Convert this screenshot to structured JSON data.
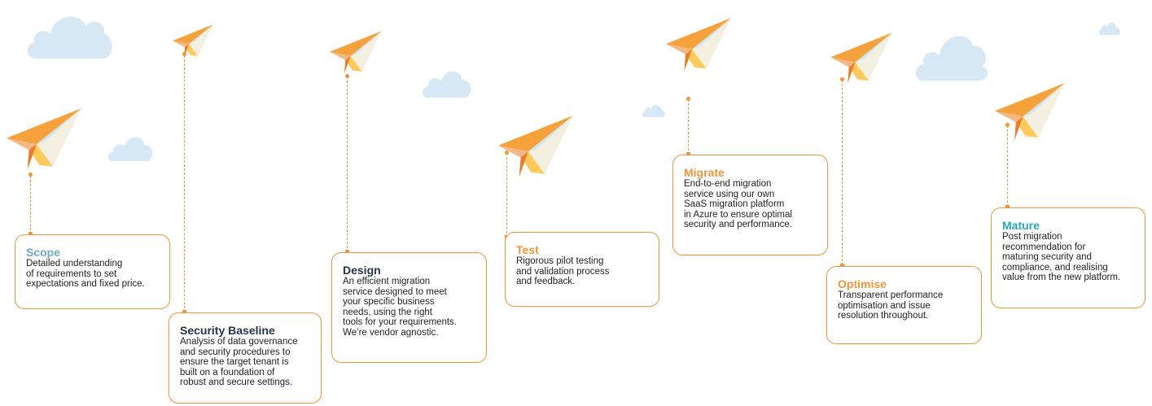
{
  "stages": [
    {
      "id": "scope",
      "title": "Scope",
      "title_color": "#6fa8c9",
      "body": "Detailed understanding\nof requirements to set\nexpectations and fixed price."
    },
    {
      "id": "security-baseline",
      "title": "Security Baseline",
      "title_color": "#26354a",
      "body": "Analysis of data governance\nand security procedures to\nensure the target tenant is\nbuilt on a foundation of\nrobust and secure settings."
    },
    {
      "id": "design",
      "title": "Design",
      "title_color": "#26354a",
      "body": "An efficient migration\nservice designed to meet\nyour specific business\nneeds, using the right\ntools for your requirements.\nWe’re vendor agnostic."
    },
    {
      "id": "test",
      "title": "Test",
      "title_color": "#f0953a",
      "body": "Rigorous pilot testing\nand validation process\nand feedback."
    },
    {
      "id": "migrate",
      "title": "Migrate",
      "title_color": "#f0953a",
      "body": "End-to-end migration\nservice using our own\nSaaS migration platform\nin Azure to ensure optimal\nsecurity and performance."
    },
    {
      "id": "optimise",
      "title": "Optimise",
      "title_color": "#f0953a",
      "body": "Transparent performance\noptimisation and issue\nresolution throughout."
    },
    {
      "id": "mature",
      "title": "Mature",
      "title_color": "#2aa6b8",
      "body": "Post migration\nrecommendation for\nmaturing security and\ncompliance, and realising\nvalue from the new platform."
    }
  ],
  "colors": {
    "accent": "#f0953a",
    "cloud": "#d5e8f4",
    "plane_dark": "#e97d27",
    "plane_mid": "#f6a23c",
    "plane_light": "#fdca5b",
    "plane_wing": "#f3f0e2",
    "plane_wing_blue": "#cfe5ef"
  },
  "icons": [
    "paper-plane-icon",
    "cloud-icon"
  ]
}
